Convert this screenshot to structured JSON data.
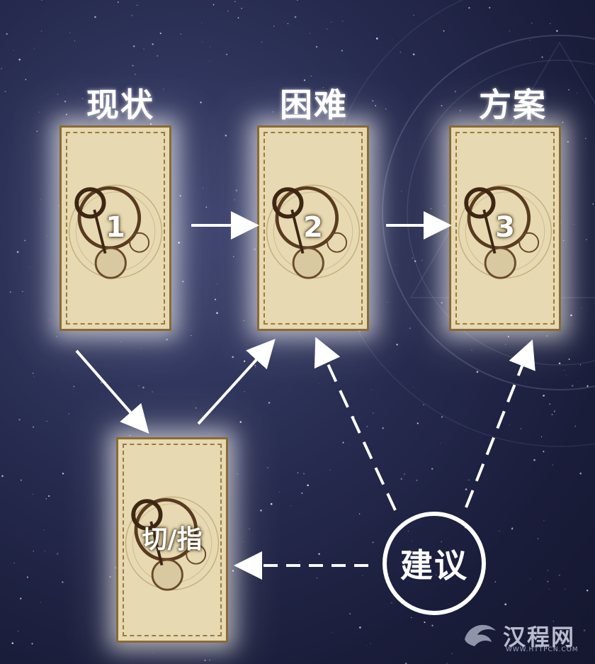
{
  "titles": {
    "current": "现状",
    "difficulty": "困难",
    "solution": "方案"
  },
  "cards": {
    "current_number": "1",
    "difficulty_number": "2",
    "solution_number": "3",
    "entry_point": "切/指"
  },
  "advice": "建议",
  "watermark": {
    "brand": "汉程网",
    "url": "WWW.HTTPCN.COM"
  },
  "colors": {
    "card_bg": "#e7d9b1",
    "card_border": "#8a6a34",
    "arrow": "#ffffff",
    "background": "#262a4e"
  }
}
